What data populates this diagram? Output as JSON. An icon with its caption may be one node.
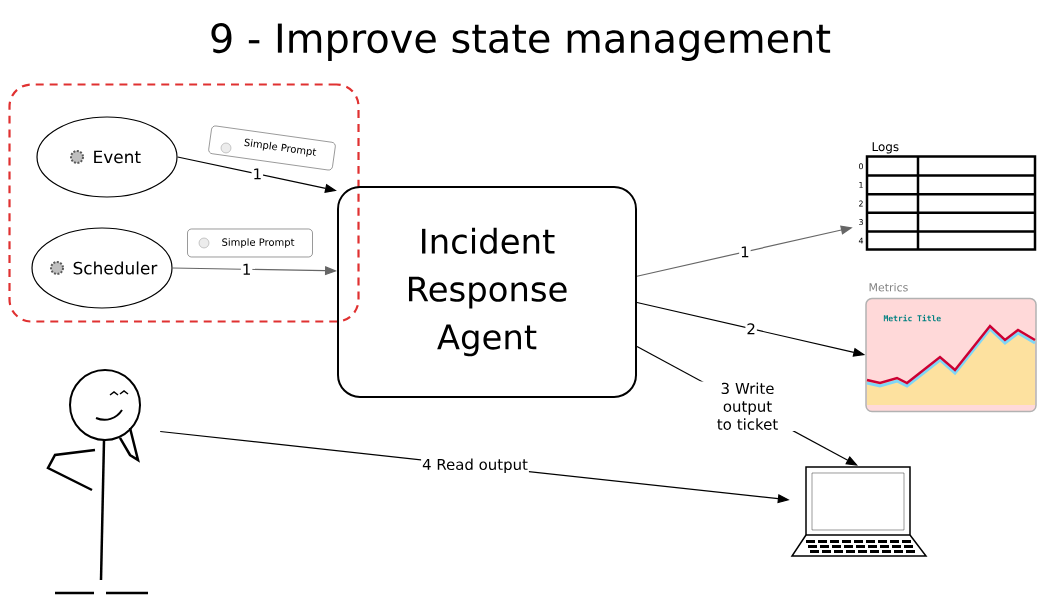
{
  "diagram": {
    "title": "9 - Improve state management",
    "nodes": [
      {
        "text": [],
        "shape": "box"
      },
      {
        "text": [
          "Event"
        ],
        "in": 0
      },
      {
        "text": [
          "Scheduler"
        ],
        "in": 0
      },
      {
        "text": [
          "Simple Prompt"
        ],
        "in": 0
      },
      {
        "text": [
          "Simple Prompt"
        ],
        "in": 0
      },
      {
        "text": [
          "Incident Response Agent"
        ]
      },
      {
        "text": [
          "Logs"
        ],
        "beside": [
          "0",
          "1",
          "2",
          "3",
          "4"
        ]
      },
      {
        "text": [
          "Metrics",
          "Metric Title"
        ]
      },
      {
        "text": [],
        "shape": "picture"
      },
      {
        "text": [],
        "shape": "person"
      }
    ],
    "edges": [
      {
        "from": 1,
        "to": 5,
        "arrow": "to",
        "label": "1"
      },
      {
        "from": 2,
        "to": 5,
        "arrow": "to",
        "label": "1",
        "color": "#666666"
      },
      {
        "from": 5,
        "to": 6,
        "arrow": "to",
        "label": "1",
        "color": "#666666"
      },
      {
        "from": 5,
        "to": 7,
        "arrow": "to",
        "label": "2"
      },
      {
        "from": 5,
        "to": 8,
        "arrow": "to",
        "label": "3 Write output to ticket"
      },
      {
        "from": 9,
        "to": 8,
        "arrow": "to",
        "label": "4 Read output"
      }
    ]
  }
}
